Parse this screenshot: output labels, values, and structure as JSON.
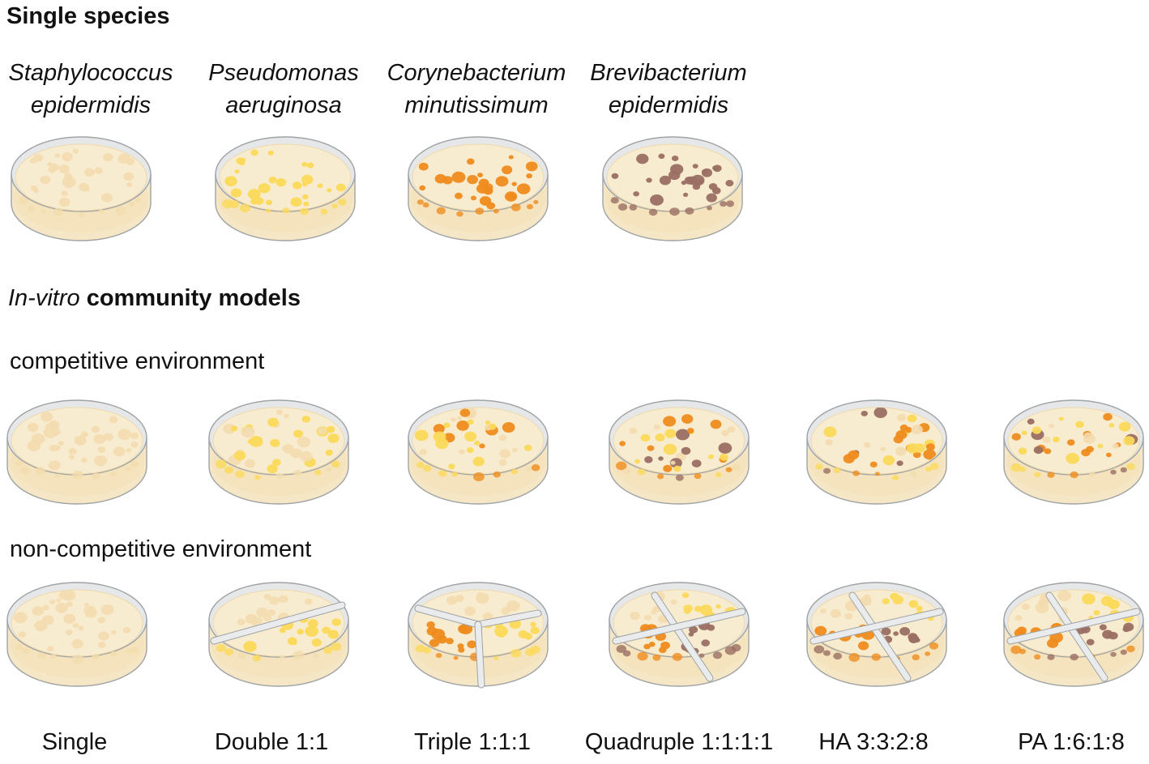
{
  "colors": {
    "agar": "#f8ecd0",
    "agar_edge": "#eed9ab",
    "rim": "#e5e7e8",
    "rim_stroke": "#9fa3a6",
    "divider": "#e9ebec",
    "staph": "#f3dcae",
    "pseudo": "#fbd95a",
    "coryne": "#ef8c1e",
    "brevi": "#9b6f63"
  },
  "sections": {
    "single_species": "Single species",
    "community_italic": "In-vitro",
    "community_bold": "community models",
    "competitive": "competitive environment",
    "non_competitive": "non-competitive environment"
  },
  "species": [
    {
      "line1": "Staphylococcus",
      "line2": "epidermidis",
      "colony": "staph"
    },
    {
      "line1": "Pseudomonas",
      "line2": "aeruginosa",
      "colony": "pseudo"
    },
    {
      "line1": "Corynebacterium",
      "line2": "minutissimum",
      "colony": "coryne"
    },
    {
      "line1": "Brevibacterium",
      "line2": "epidermidis",
      "colony": "brevi"
    }
  ],
  "conditions": [
    {
      "label": "Single",
      "mix": [
        "staph"
      ],
      "sections": 1
    },
    {
      "label": "Double 1:1",
      "mix": [
        "staph",
        "pseudo"
      ],
      "sections": 2
    },
    {
      "label": "Triple 1:1:1",
      "mix": [
        "staph",
        "pseudo",
        "coryne"
      ],
      "sections": 3
    },
    {
      "label": "Quadruple 1:1:1:1",
      "mix": [
        "staph",
        "pseudo",
        "coryne",
        "brevi"
      ],
      "sections": 4
    },
    {
      "label": "HA 3:3:2:8",
      "mix": [
        "staph",
        "pseudo",
        "coryne",
        "brevi"
      ],
      "sections": 4
    },
    {
      "label": "PA 1:6:1:8",
      "mix": [
        "staph",
        "pseudo",
        "coryne",
        "brevi"
      ],
      "sections": 4
    }
  ]
}
